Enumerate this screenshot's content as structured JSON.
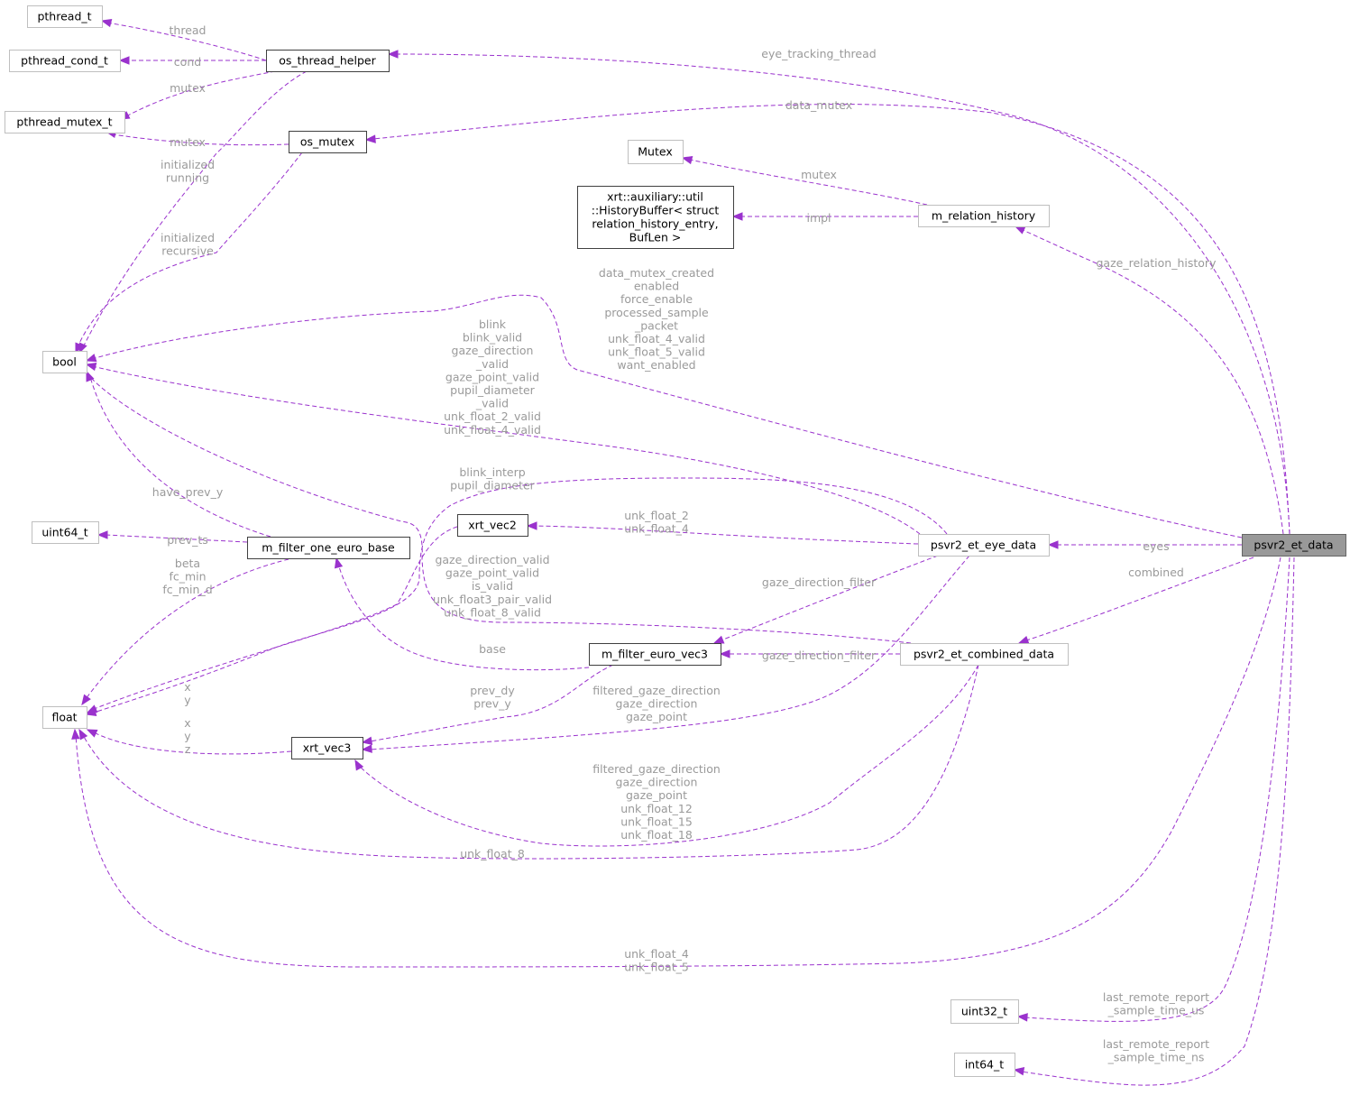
{
  "nodes": {
    "pthread_t": "pthread_t",
    "pthread_cond_t": "pthread_cond_t",
    "pthread_mutex_t": "pthread_mutex_t",
    "os_thread_helper": "os_thread_helper",
    "os_mutex": "os_mutex",
    "mutex_class": "Mutex",
    "history_buffer": [
      "xrt::auxiliary::util",
      "::HistoryBuffer< struct",
      "relation_history_entry,",
      "BufLen >"
    ],
    "m_relation_history": "m_relation_history",
    "bool": "bool",
    "uint64_t": "uint64_t",
    "m_filter_one_euro_base": "m_filter_one_euro_base",
    "xrt_vec2": "xrt_vec2",
    "psvr2_et_eye_data": "psvr2_et_eye_data",
    "psvr2_et_data": "psvr2_et_data",
    "m_filter_euro_vec3": "m_filter_euro_vec3",
    "psvr2_et_combined_data": "psvr2_et_combined_data",
    "float": "float",
    "xrt_vec3": "xrt_vec3",
    "uint32_t": "uint32_t",
    "int64_t": "int64_t"
  },
  "edge_labels": {
    "thread": [
      "thread"
    ],
    "cond": [
      "cond"
    ],
    "mutex_helper": [
      "mutex"
    ],
    "mutex_osmutex": [
      "mutex"
    ],
    "helper_bool": [
      "initialized",
      "running"
    ],
    "osmutex_bool": [
      "initialized",
      "recursive"
    ],
    "eye_tracking_thread": [
      "eye_tracking_thread"
    ],
    "data_mutex": [
      "data_mutex"
    ],
    "mutex_relation": [
      "mutex"
    ],
    "impl": [
      "impl"
    ],
    "gaze_relation_history": [
      "gaze_relation_history"
    ],
    "data_bool": [
      "data_mutex_created",
      "enabled",
      "force_enable",
      "processed_sample",
      "_packet",
      "unk_float_4_valid",
      "unk_float_5_valid",
      "want_enabled"
    ],
    "eye_bool": [
      "blink",
      "blink_valid",
      "gaze_direction",
      "_valid",
      "gaze_point_valid",
      "pupil_diameter",
      "_valid",
      "unk_float_2_valid",
      "unk_float_4_valid"
    ],
    "have_prev_y": [
      "have_prev_y"
    ],
    "prev_ts": [
      "prev_ts"
    ],
    "base_float": [
      "beta",
      "fc_min",
      "fc_min_d"
    ],
    "eye_float": [
      "blink_interp",
      "pupil_diameter"
    ],
    "eye_vec2": [
      "unk_float_2",
      "unk_float_4"
    ],
    "eyes": [
      "eyes"
    ],
    "combined": [
      "combined"
    ],
    "combined_bool": [
      "gaze_direction_valid",
      "gaze_point_valid",
      "is_valid",
      "unk_float3_pair_valid",
      "unk_float_8_valid"
    ],
    "eye_filter": [
      "gaze_direction_filter"
    ],
    "combined_filter": [
      "gaze_direction_filter"
    ],
    "base": [
      "base"
    ],
    "vec2_float": [
      "x",
      "y"
    ],
    "prev_dy": [
      "prev_dy",
      "prev_y"
    ],
    "eye_vec3": [
      "filtered_gaze_direction",
      "gaze_direction",
      "gaze_point"
    ],
    "vec3_float": [
      "x",
      "y",
      "z"
    ],
    "combined_vec3": [
      "filtered_gaze_direction",
      "gaze_direction",
      "gaze_point",
      "unk_float_12",
      "unk_float_15",
      "unk_float_18"
    ],
    "unk_float_8": [
      "unk_float_8"
    ],
    "data_float": [
      "unk_float_4",
      "unk_float_5"
    ],
    "sample_us": [
      "last_remote_report",
      "_sample_time_us"
    ],
    "sample_ns": [
      "last_remote_report",
      "_sample_time_ns"
    ]
  },
  "colors": {
    "edge": "#9a32cd",
    "label": "#9a9a9a",
    "root_fill": "#999999",
    "gray_border": "#bfbfbf",
    "dark_border": "#404040"
  }
}
